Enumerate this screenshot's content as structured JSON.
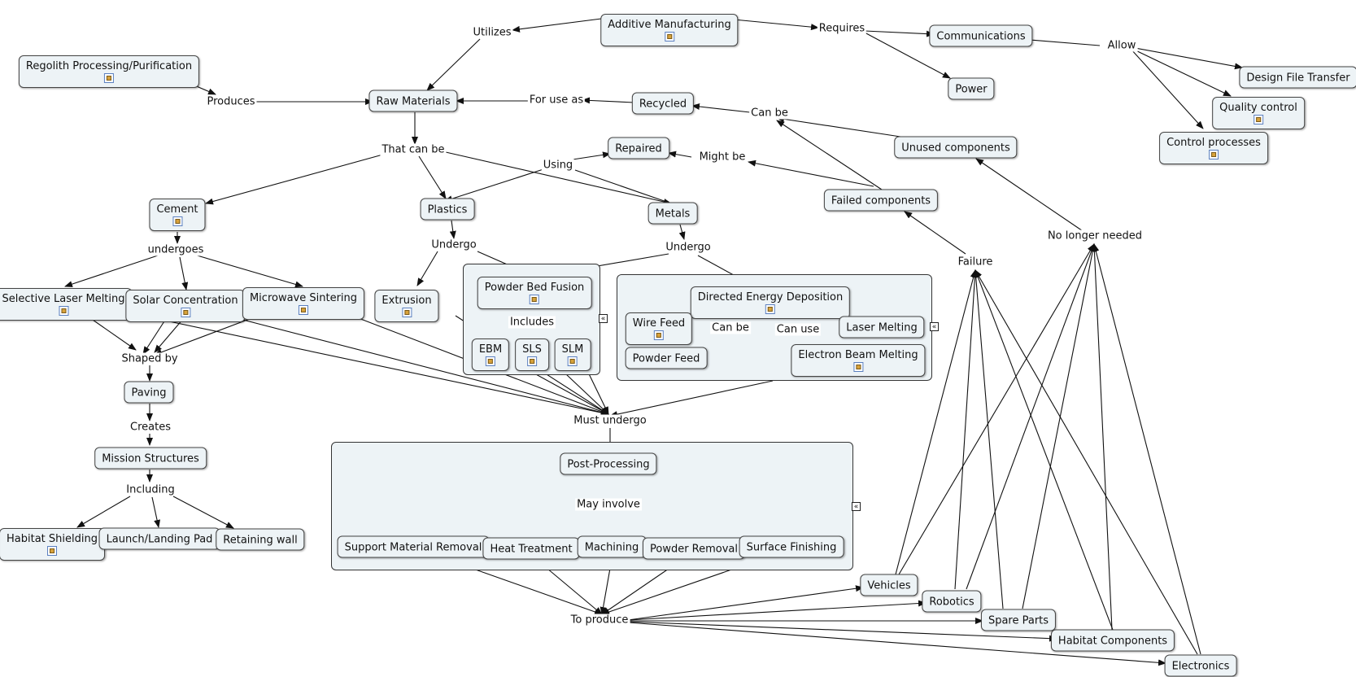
{
  "concepts": {
    "additive_manufacturing": "Additive Manufacturing",
    "regolith": "Regolith Processing/Purification",
    "raw_materials": "Raw Materials",
    "recycled": "Recycled",
    "communications": "Communications",
    "power": "Power",
    "design_file_transfer": "Design File Transfer",
    "quality_control": "Quality control",
    "control_processes": "Control processes",
    "repaired": "Repaired",
    "unused_components": "Unused components",
    "failed_components": "Failed components",
    "cement": "Cement",
    "plastics": "Plastics",
    "metals": "Metals",
    "selective_laser_melting": "Selective Laser Melting",
    "solar_concentration": "Solar Concentration",
    "microwave_sintering": "Microwave Sintering",
    "extrusion": "Extrusion",
    "powder_bed_fusion": "Powder Bed Fusion",
    "ebm": "EBM",
    "sls": "SLS",
    "slm": "SLM",
    "ded": "Directed Energy Deposition",
    "wire_feed": "Wire Feed",
    "powder_feed": "Powder Feed",
    "laser_melting": "Laser Melting",
    "electron_beam_melting": "Electron Beam Melting",
    "paving": "Paving",
    "mission_structures": "Mission Structures",
    "habitat_shielding": "Habitat Shielding",
    "launch_landing_pad": "Launch/Landing Pad",
    "retaining_wall": "Retaining wall",
    "post_processing": "Post-Processing",
    "support_material_removal": "Support Material Removal",
    "heat_treatment": "Heat Treatment",
    "machining": "Machining",
    "powder_removal": "Powder Removal",
    "surface_finishing": "Surface Finishing",
    "vehicles": "Vehicles",
    "robotics": "Robotics",
    "spare_parts": "Spare Parts",
    "habitat_components": "Habitat Components",
    "electronics": "Electronics"
  },
  "linking_phrases": {
    "utilizes": "Utilizes",
    "requires": "Requires",
    "allow": "Allow",
    "produces": "Produces",
    "for_use_as": "For use as",
    "can_be_top": "Can be",
    "might_be": "Might be",
    "using": "Using",
    "that_can_be": "That can be",
    "undergoes": "undergoes",
    "undergo_plastics": "Undergo",
    "undergo_metals": "Undergo",
    "includes": "Includes",
    "can_be_ded": "Can be",
    "can_use": "Can use",
    "shaped_by": "Shaped by",
    "creates": "Creates",
    "including": "Including",
    "must_undergo": "Must undergo",
    "may_involve": "May involve",
    "to_produce": "To produce",
    "failure": "Failure",
    "no_longer_needed": "No longer needed"
  },
  "collapse_glyph": "«",
  "colors": {
    "node_fill": "#edf3f6",
    "border": "#444444",
    "line": "#111111"
  }
}
